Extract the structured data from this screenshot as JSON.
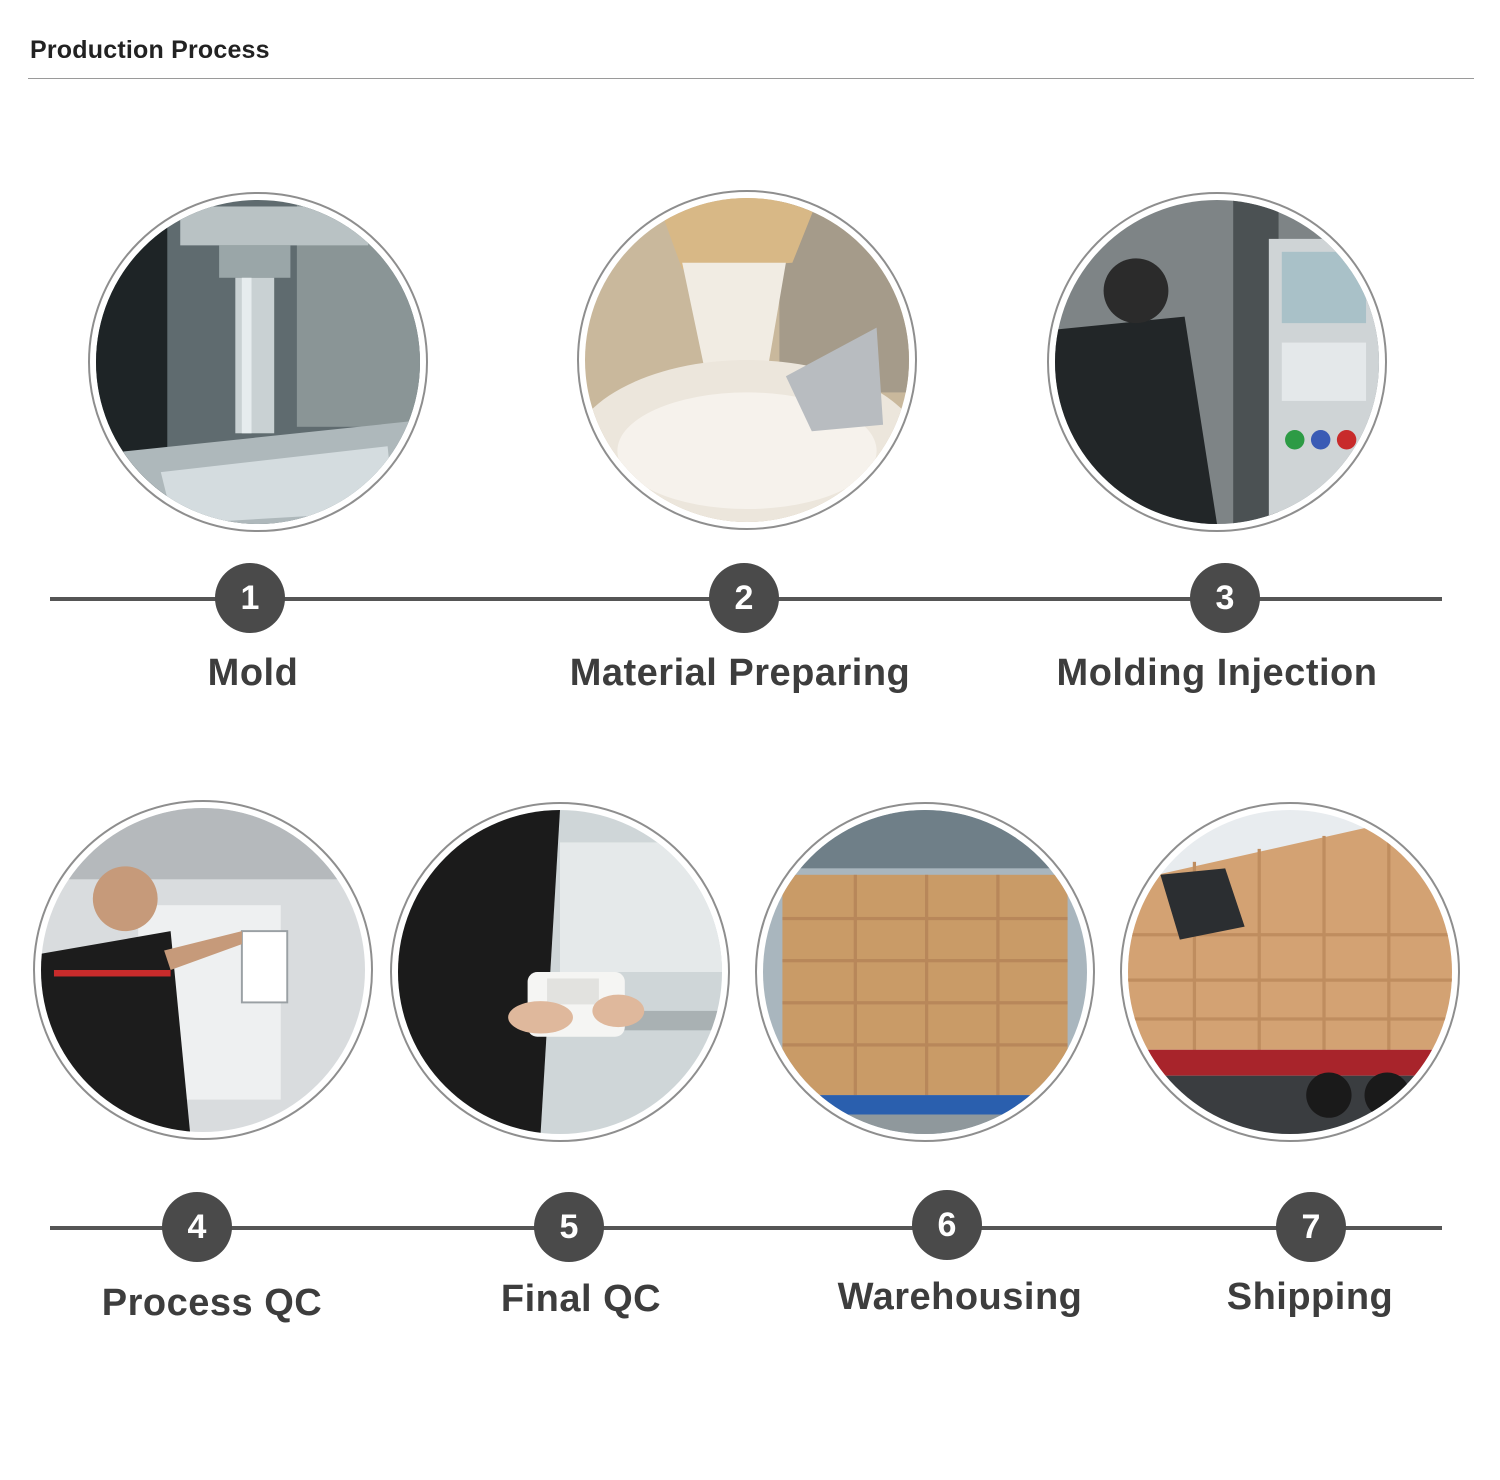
{
  "header": {
    "title": "Production Process"
  },
  "colors": {
    "badge": "#4a4a4a",
    "line": "#555555",
    "label": "#3d3d3d",
    "circle_border": "#8e8e8e"
  },
  "steps": [
    {
      "number": "1",
      "label": "Mold",
      "photo": "cnc-milling-machine"
    },
    {
      "number": "2",
      "label": "Material Preparing",
      "photo": "plastic-granules-pouring"
    },
    {
      "number": "3",
      "label": "Molding Injection",
      "photo": "operator-at-injection-machine"
    },
    {
      "number": "4",
      "label": "Process QC",
      "photo": "worker-checking-document"
    },
    {
      "number": "5",
      "label": "Final QC",
      "photo": "hands-holding-white-part"
    },
    {
      "number": "6",
      "label": "Warehousing",
      "photo": "stacked-carton-boxes"
    },
    {
      "number": "7",
      "label": "Shipping",
      "photo": "truck-loaded-with-cartons"
    }
  ]
}
